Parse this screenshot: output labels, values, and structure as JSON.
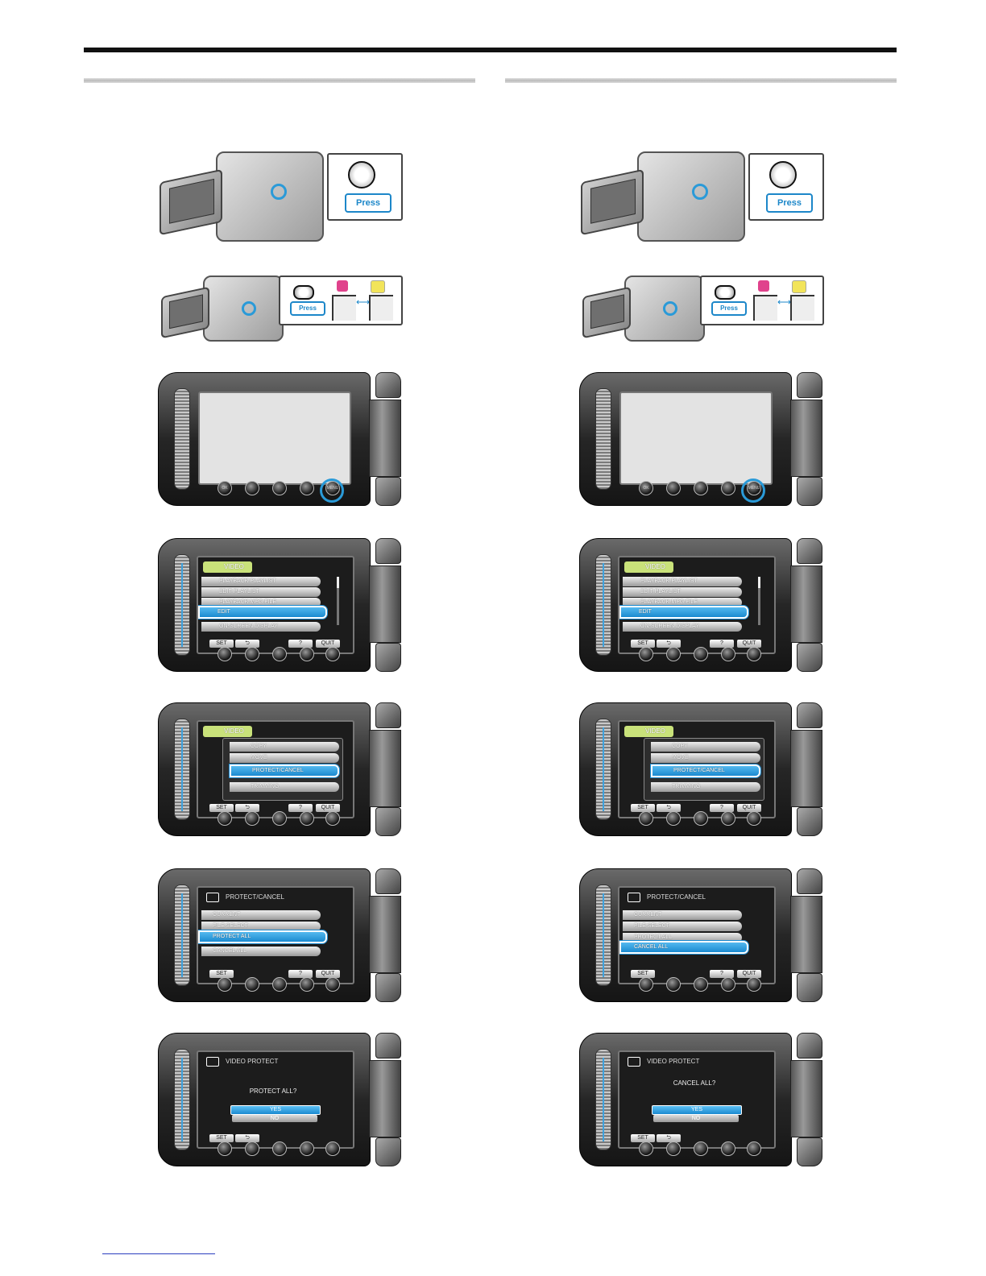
{
  "press_label": "Press",
  "button_labels": {
    "ok": "OK",
    "menu": "MENU"
  },
  "menu": {
    "header": "VIDEO",
    "items": [
      "PLAYBACK PLAYLIST",
      "EDIT PLAYLIST",
      "PLAYBACK MPG FILE",
      "EDIT",
      "ON-SCREEN DISPLAY"
    ],
    "selected": "EDIT"
  },
  "edit_submenu": {
    "items": [
      "COPY",
      "MOVE",
      "PROTECT/CANCEL",
      "TRIMMING"
    ],
    "selected": "PROTECT/CANCEL"
  },
  "protect_menu": {
    "title": "PROTECT/CANCEL",
    "items": [
      "CURRENT",
      "FILE SELECT",
      "PROTECT ALL",
      "CANCEL ALL"
    ]
  },
  "bottom_bar": {
    "set": "SET",
    "back": "⮌",
    "help": "?",
    "quit": "QUIT"
  },
  "confirm": {
    "title": "VIDEO PROTECT",
    "yes": "YES",
    "no": "NO"
  },
  "left_column": {
    "protect_selected": "PROTECT ALL",
    "question": "PROTECT ALL?"
  },
  "right_column": {
    "protect_selected": "CANCEL ALL",
    "question": "CANCEL ALL?"
  }
}
